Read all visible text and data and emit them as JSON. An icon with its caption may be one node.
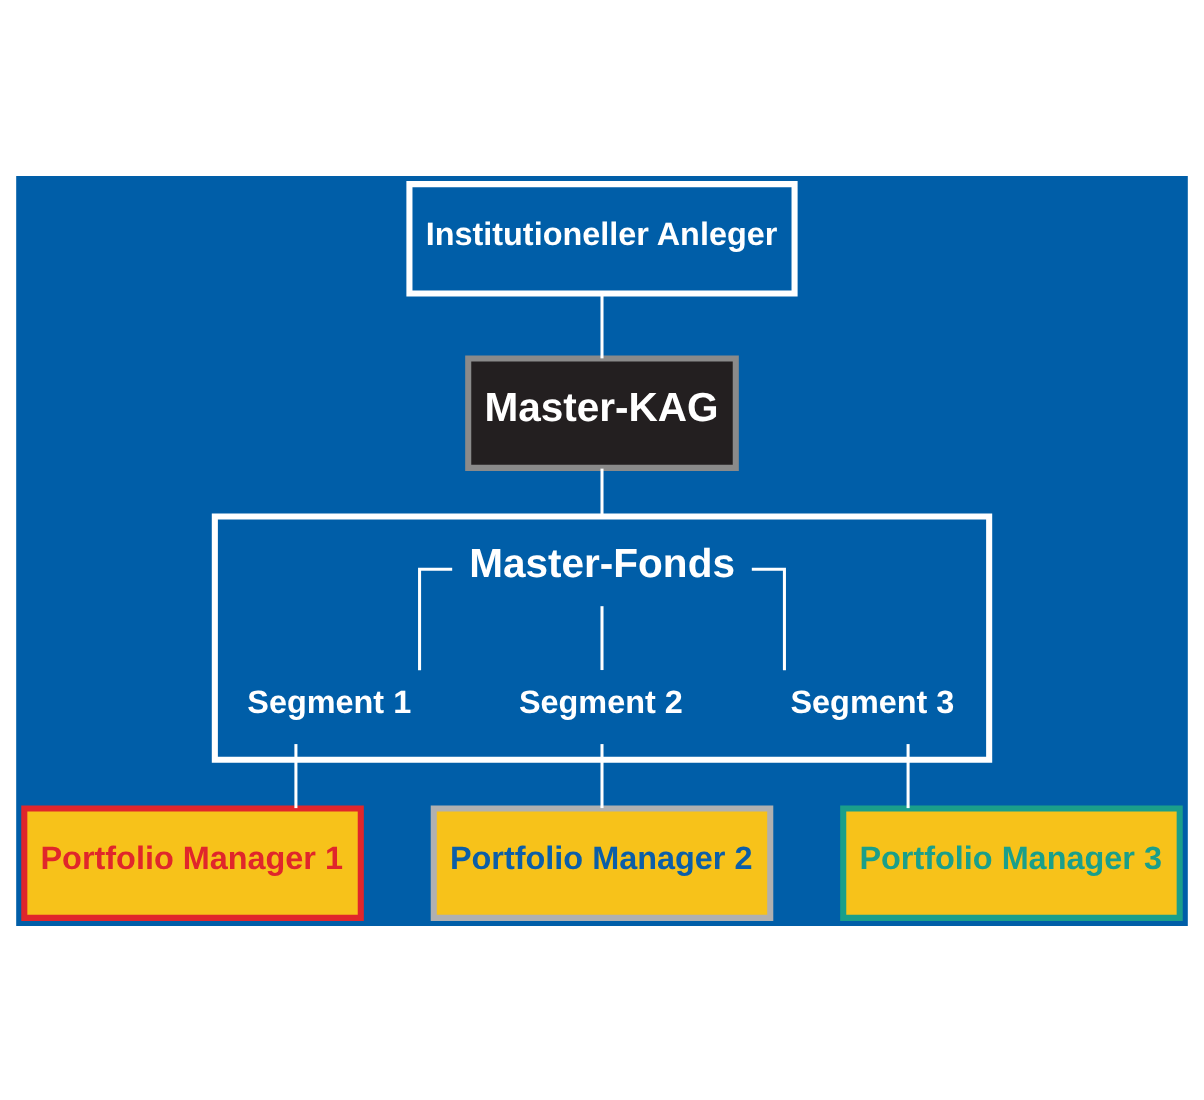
{
  "diagram": {
    "nodes": [
      {
        "text": [
          "Institutioneller Anleger"
        ]
      },
      {
        "text": [
          "Master-KAG"
        ]
      },
      {
        "text": [
          "Master-Fonds"
        ]
      },
      {
        "text": [
          "Segment 1"
        ],
        "in": 2
      },
      {
        "text": [
          "Segment 2"
        ],
        "in": 2
      },
      {
        "text": [
          "Segment 3"
        ],
        "in": 2
      },
      {
        "text": [
          "Portfolio Manager 1"
        ]
      },
      {
        "text": [
          "Portfolio Manager 2"
        ]
      },
      {
        "text": [
          "Portfolio Manager 3"
        ]
      }
    ],
    "edges": [
      {
        "from": 0,
        "to": 1,
        "arrow": "none"
      },
      {
        "from": 1,
        "to": 2,
        "arrow": "none"
      },
      {
        "from": 2,
        "to": 3,
        "arrow": "none"
      },
      {
        "from": 2,
        "to": 4,
        "arrow": "none"
      },
      {
        "from": 2,
        "to": 5,
        "arrow": "none"
      },
      {
        "from": 3,
        "to": 6,
        "arrow": "none"
      },
      {
        "from": 4,
        "to": 7,
        "arrow": "none"
      },
      {
        "from": 5,
        "to": 8,
        "arrow": "none"
      }
    ]
  }
}
